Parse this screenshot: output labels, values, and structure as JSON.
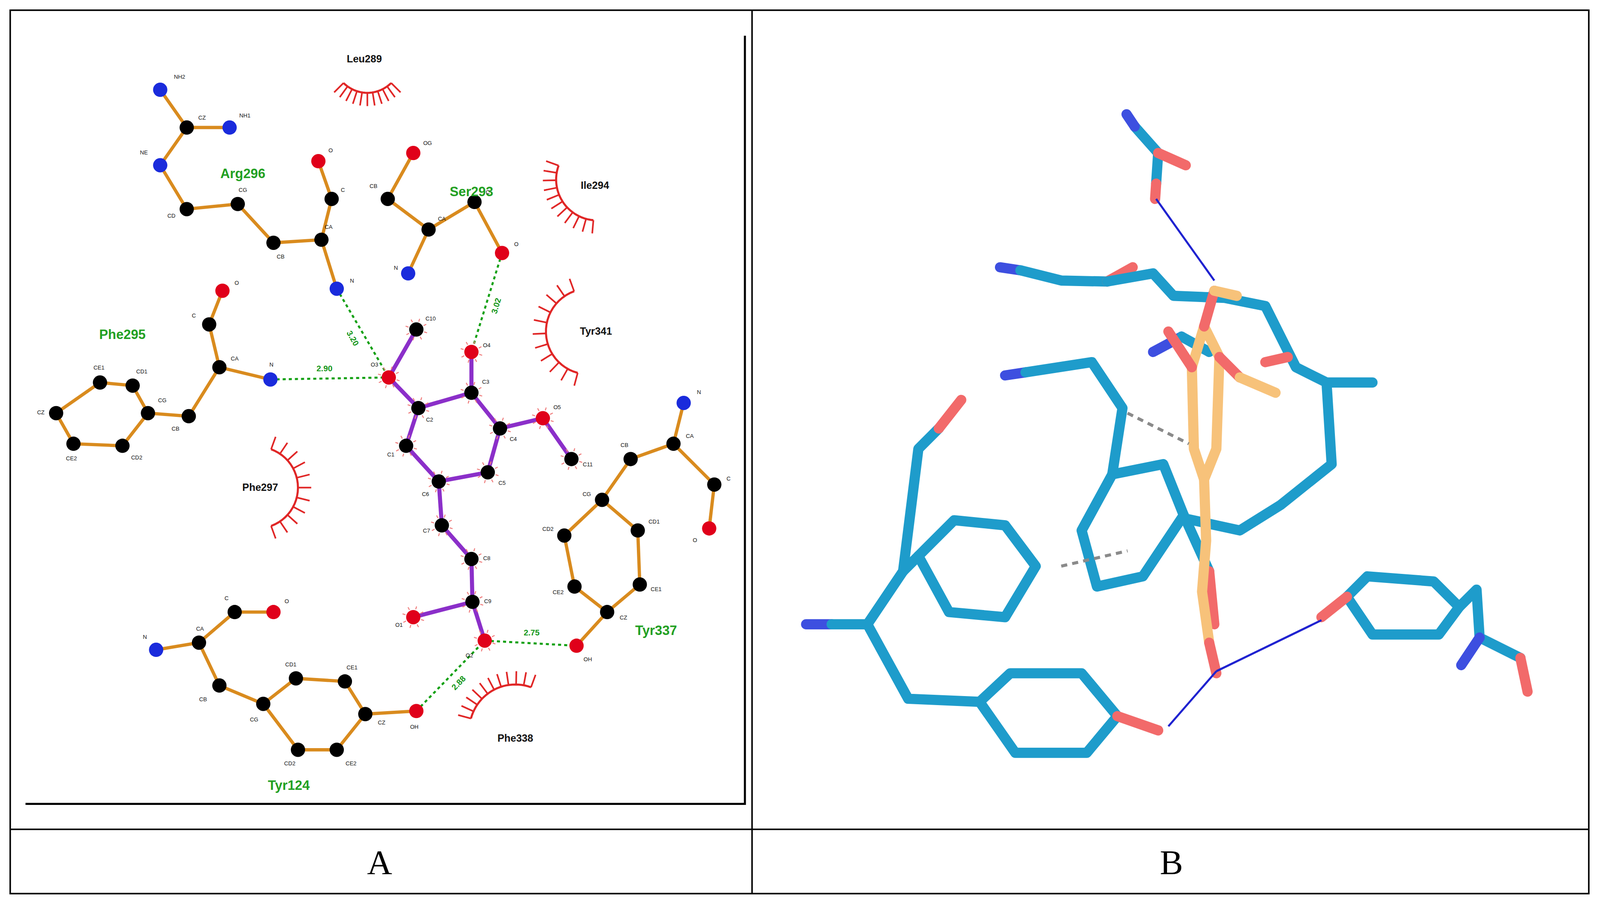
{
  "diagram": {
    "labels": [
      "Leu289",
      "Arg296",
      "Ser293",
      "Ile294",
      "Tyr341",
      "Phe295",
      "Phe297",
      "Tyr337",
      "Phe338",
      "Tyr124",
      "3.20",
      "3.02",
      "2.90",
      "2.75",
      "2.88",
      "NH2",
      "CZ",
      "NH1",
      "NE",
      "CD",
      "CG",
      "CB",
      "CA",
      "C",
      "O",
      "N",
      "OG",
      "CB",
      "CA",
      "N",
      "C",
      "O",
      "CE1",
      "CD1",
      "CG",
      "CD2",
      "CE2",
      "CZ",
      "CB",
      "CA",
      "C",
      "O",
      "N",
      "C10",
      "O3",
      "C2",
      "C3",
      "O4",
      "C4",
      "O5",
      "C11",
      "C5",
      "C6",
      "C1",
      "C7",
      "C8",
      "C9",
      "O1",
      "O2",
      "N",
      "CA",
      "C",
      "O",
      "CB",
      "CG",
      "CD1",
      "CE1",
      "CZ",
      "CE2",
      "CD2",
      "OH",
      "N",
      "CA",
      "C",
      "O",
      "CB",
      "CG",
      "CD1",
      "CE1",
      "CZ",
      "CE2",
      "CD2",
      "OH",
      "A",
      "B"
    ]
  }
}
